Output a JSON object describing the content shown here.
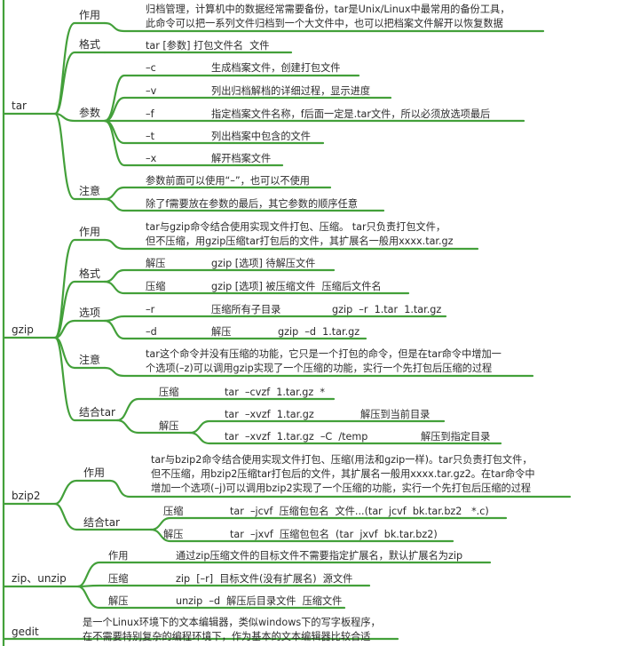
{
  "colors": {
    "branch": "#43a03a",
    "text": "#2b2b2b",
    "background": "#ffffff"
  },
  "tar": {
    "label": "tar",
    "zuoyong": {
      "label": "作用",
      "text": "归档管理，计算机中的数据经常需要备份，tar是Unix/Linux中最常用的备份工具，\n此命令可以把一系列文件归档到一个大文件中，也可以把档案文件解开以恢复数据"
    },
    "geshi": {
      "label": "格式",
      "text": "tar [参数] 打包文件名  文件"
    },
    "canshu": {
      "label": "参数",
      "items": [
        {
          "flag": "–c",
          "desc": "生成档案文件，创建打包文件"
        },
        {
          "flag": "–v",
          "desc": "列出归档解档的详细过程，显示进度"
        },
        {
          "flag": "–f",
          "desc": "指定档案文件名称，f后面一定是.tar文件，所以必须放选项最后"
        },
        {
          "flag": "–t",
          "desc": "列出档案中包含的文件"
        },
        {
          "flag": "–x",
          "desc": "解开档案文件"
        }
      ]
    },
    "zhuyi": {
      "label": "注意",
      "items": [
        "参数前面可以使用“–”，也可以不使用",
        "除了f需要放在参数的最后，其它参数的顺序任意"
      ]
    }
  },
  "gzip": {
    "label": "gzip",
    "zuoyong": {
      "label": "作用",
      "text": "tar与gzip命令结合使用实现文件打包、压缩。 tar只负责打包文件，\n但不压缩，用gzip压缩tar打包后的文件，其扩展名一般用xxxx.tar.gz"
    },
    "geshi": {
      "label": "格式",
      "items": [
        {
          "name": "解压",
          "cmd": "gzip [选项] 待解压文件"
        },
        {
          "name": "压缩",
          "cmd": "gzip [选项] 被压缩文件  压缩后文件名"
        }
      ]
    },
    "xuanxiang": {
      "label": "选项",
      "items": [
        {
          "flag": "–r",
          "desc": "压缩所有子目录",
          "example": "gzip  –r  1.tar  1.tar.gz"
        },
        {
          "flag": "–d",
          "desc": "解压",
          "example": "gzip  –d  1.tar.gz"
        }
      ]
    },
    "zhuyi": {
      "label": "注意",
      "text": "tar这个命令并没有压缩的功能，它只是一个打包的命令，但是在tar命令中增加一\n个选项(–z)可以调用gzip实现了一个压缩的功能，实行一个先打包后压缩的过程"
    },
    "jiehe": {
      "label": "结合tar",
      "yasuo": {
        "label": "压缩",
        "cmd": "tar  –cvzf  1.tar.gz  *"
      },
      "jieya": {
        "label": "解压",
        "items": [
          {
            "cmd": "tar  –xvzf  1.tar.gz",
            "desc": "解压到当前目录"
          },
          {
            "cmd": "tar  –xvzf  1.tar.gz  –C  /temp",
            "desc": "解压到指定目录"
          }
        ]
      }
    }
  },
  "bzip2": {
    "label": "bzip2",
    "zuoyong": {
      "label": "作用",
      "text": "tar与bzip2命令结合使用实现文件打包、压缩(用法和gzip一样)。tar只负责打包文件，\n但不压缩，用bzip2压缩tar打包后的文件，其扩展名一般用xxxx.tar.gz2。在tar命令中\n增加一个选项(–j)可以调用bzip2实现了一个压缩的功能，实行一个先打包后压缩的过程"
    },
    "jiehe": {
      "label": "结合tar",
      "items": [
        {
          "name": "压缩",
          "cmd": "tar  –jcvf  压缩包包名  文件...(tar  jcvf  bk.tar.bz2   *.c)"
        },
        {
          "name": "解压",
          "cmd": "tar  –jxvf  压缩包包名  (tar  jxvf  bk.tar.bz2)"
        }
      ]
    }
  },
  "zip": {
    "label": "zip、unzip",
    "items": [
      {
        "name": "作用",
        "desc": "通过zip压缩文件的目标文件不需要指定扩展名，默认扩展名为zip"
      },
      {
        "name": "压缩",
        "desc": "zip  [–r]  目标文件(没有扩展名)  源文件"
      },
      {
        "name": "解压",
        "desc": "unzip  –d  解压后目录文件  压缩文件"
      }
    ]
  },
  "gedit": {
    "label": "gedit",
    "text": "是一个Linux环境下的文本编辑器，类似windows下的写字板程序，\n在不需要特别复杂的编程环境下，作为基本的文本编辑器比较合适"
  }
}
